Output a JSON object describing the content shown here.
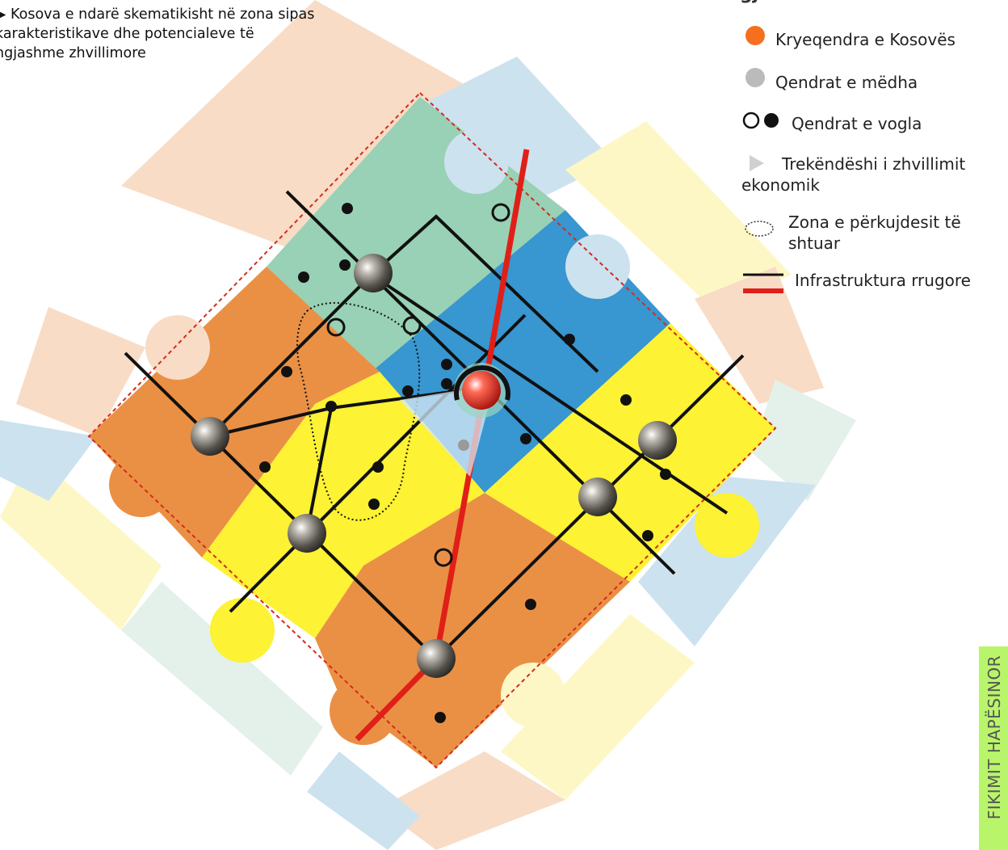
{
  "caption": "▶ Kosova e ndarë skematikisht në zona sipas\nkarakteristikave dhe potencialeve të\nngjashme zhvillimore",
  "legend": {
    "title": "gj",
    "items": [
      {
        "label": "Kryeqendra e Kosovës"
      },
      {
        "label": "Qendrat e mëdha"
      },
      {
        "label": "Qendrat e vogla"
      },
      {
        "label": "Trekëndëshi i zhvillimit ekonomik"
      },
      {
        "label": "Zona e përkujdesit të shtuar"
      },
      {
        "label": "Infrastruktura rrugore"
      }
    ]
  },
  "side_label": "FIKIMIT HAPËSINOR",
  "colors": {
    "capital": "#f4701e",
    "major_center": "#bbbbbb",
    "road_main": "#e02018",
    "road_secondary": "#111111",
    "zone_green": "#98d1b5",
    "zone_blue": "#3896d0",
    "zone_orange": "#ea9044",
    "zone_yellow": "#fdf233",
    "outer_peach": "#f8dcc6",
    "outer_pale_yellow": "#fdf7c6",
    "outer_light_blue": "#cde2ef",
    "outer_mint": "#e3f1ea"
  }
}
